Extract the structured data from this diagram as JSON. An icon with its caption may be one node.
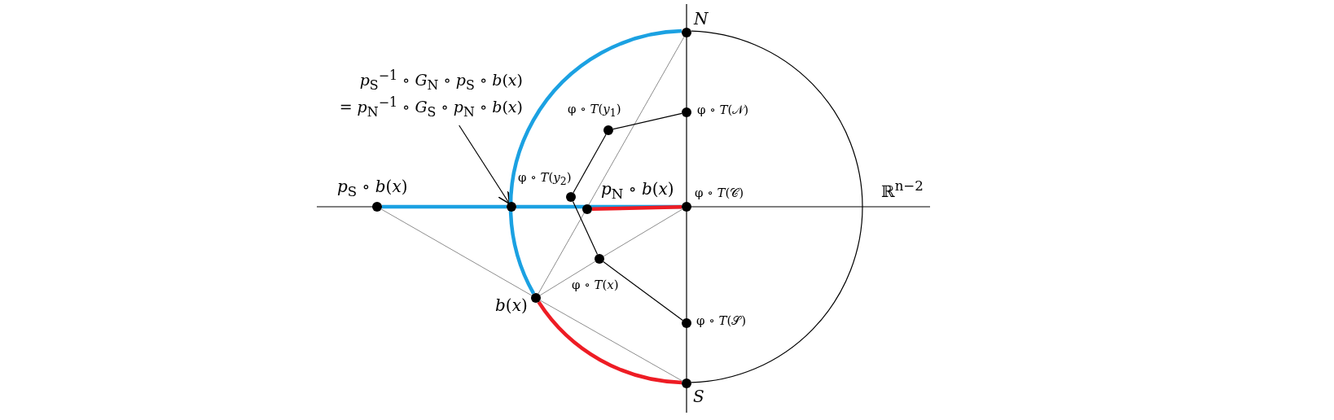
{
  "diagram": {
    "nodes": [
      {
        "text": [
          "*N*"
        ]
      },
      {
        "text": [
          "φ ∘ *T*(𝒩)"
        ]
      },
      {
        "text": [
          "φ ∘ *T*(*y*$_{1}$)"
        ]
      },
      {
        "text": [
          "φ ∘ *T*(*y*$_{2}$)"
        ]
      },
      {
        "text": [
          "*p*$_{S}$ ∘ *b*(*x*)"
        ]
      },
      {
        "text": [
          "*p*$_{S}$$^{−1}$ ∘ *G*$_{N}$ ∘ *p*$_{S}$ ∘ *b*(*x*)",
          "= *p*$_{N}$$^{−1}$ ∘ *G*$_{S}$ ∘ *p*$_{N}$ ∘ *b*(*x*)"
        ]
      },
      {
        "text": [],
        "shape": "circle"
      },
      {
        "text": [
          "*p*$_{N}$ ∘ *b*(*x*)"
        ]
      },
      {
        "text": [
          "φ ∘ *T*(𝒞)"
        ]
      },
      {
        "text": [
          "φ ∘ *T*(*x*)"
        ]
      },
      {
        "text": [
          "*b*(*x*)"
        ]
      },
      {
        "text": [
          "φ ∘ *T*(𝒮)"
        ]
      },
      {
        "text": [
          "*S*"
        ]
      }
    ],
    "edges": [
      {
        "from": 5,
        "to": 6,
        "arrow": "to"
      },
      {
        "from": 4,
        "to": 6,
        "arrow": "none",
        "style": "thick",
        "color": "#1ba1e2"
      },
      {
        "from": 6,
        "to": 8,
        "arrow": "none",
        "style": "thick",
        "color": "#1ba1e2"
      },
      {
        "from": 7,
        "to": 8,
        "arrow": "none",
        "style": "thick",
        "color": "#ee1c24"
      },
      {
        "from": 0,
        "to": 10,
        "arrow": "none",
        "style": "thick",
        "color": "#1ba1e2"
      },
      {
        "from": 10,
        "to": 12,
        "arrow": "none",
        "style": "thick",
        "color": "#ee1c24"
      },
      {
        "from": 0,
        "to": 12,
        "arrow": "none"
      },
      {
        "from": 4,
        "to": 10,
        "arrow": "none",
        "color": "#808080"
      },
      {
        "from": 10,
        "to": 12,
        "arrow": "none",
        "color": "#808080"
      },
      {
        "from": 10,
        "to": 0,
        "arrow": "none",
        "color": "#808080"
      },
      {
        "from": 10,
        "to": 9,
        "arrow": "none",
        "color": "#808080"
      },
      {
        "from": 9,
        "to": 8,
        "arrow": "none",
        "color": "#808080"
      },
      {
        "from": 1,
        "to": 2,
        "arrow": "none"
      },
      {
        "from": 2,
        "to": 3,
        "arrow": "none"
      },
      {
        "from": 3,
        "to": 9,
        "arrow": "none"
      },
      {
        "from": 9,
        "to": 11,
        "arrow": "none"
      }
    ],
    "labels": [
      "ℝ$^{n−2}$"
    ]
  }
}
